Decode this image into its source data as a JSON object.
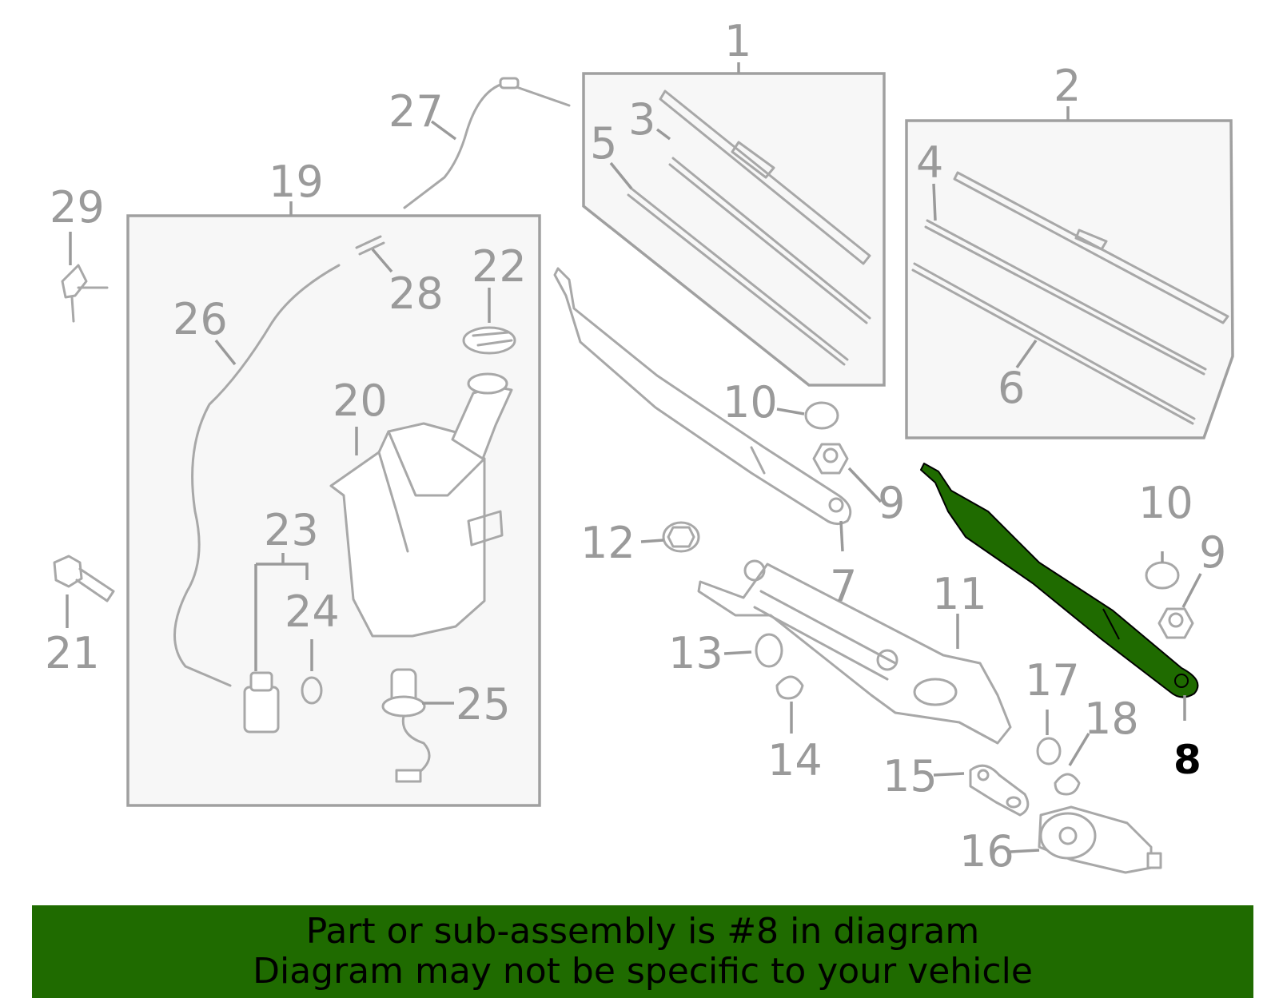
{
  "highlight_color": "#1f6b00",
  "highlight_part": "8",
  "callouts": [
    {
      "id": "c1",
      "text": "1"
    },
    {
      "id": "c2",
      "text": "2"
    },
    {
      "id": "c3",
      "text": "3"
    },
    {
      "id": "c4",
      "text": "4"
    },
    {
      "id": "c5",
      "text": "5"
    },
    {
      "id": "c6",
      "text": "6"
    },
    {
      "id": "c7",
      "text": "7"
    },
    {
      "id": "c8",
      "text": "8"
    },
    {
      "id": "c9a",
      "text": "9"
    },
    {
      "id": "c9b",
      "text": "9"
    },
    {
      "id": "c10a",
      "text": "10"
    },
    {
      "id": "c10b",
      "text": "10"
    },
    {
      "id": "c11",
      "text": "11"
    },
    {
      "id": "c12",
      "text": "12"
    },
    {
      "id": "c13",
      "text": "13"
    },
    {
      "id": "c14",
      "text": "14"
    },
    {
      "id": "c15",
      "text": "15"
    },
    {
      "id": "c16",
      "text": "16"
    },
    {
      "id": "c17",
      "text": "17"
    },
    {
      "id": "c18",
      "text": "18"
    },
    {
      "id": "c19",
      "text": "19"
    },
    {
      "id": "c20",
      "text": "20"
    },
    {
      "id": "c21",
      "text": "21"
    },
    {
      "id": "c22",
      "text": "22"
    },
    {
      "id": "c23",
      "text": "23"
    },
    {
      "id": "c24",
      "text": "24"
    },
    {
      "id": "c25",
      "text": "25"
    },
    {
      "id": "c26",
      "text": "26"
    },
    {
      "id": "c27",
      "text": "27"
    },
    {
      "id": "c28",
      "text": "28"
    },
    {
      "id": "c29",
      "text": "29"
    }
  ],
  "banner": {
    "line1": "Part or sub-assembly is #8 in diagram",
    "line2": "Diagram may not be specific to your vehicle"
  }
}
